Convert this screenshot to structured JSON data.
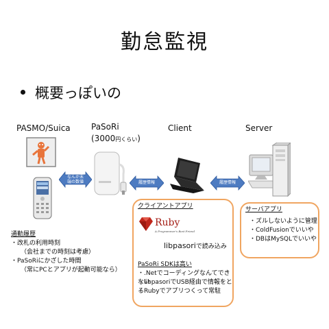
{
  "title": "勤怠監視",
  "bullet": "概要っぽいの",
  "columns": {
    "pasmo": "PASMO/Suica",
    "pasori": "PaSoRi",
    "pasori_price": "(3000",
    "pasori_price_small": "円くらい",
    "pasori_price_end": ")",
    "client": "Client",
    "server": "Server"
  },
  "arrows": {
    "a1_line1": "なんか末",
    "a1_line2": "端の数値",
    "a2": "履歴情報",
    "a3": "履歴情報"
  },
  "attendance": {
    "heading": "通勤履歴",
    "lines": [
      "・改札の利用時刻",
      "（会社までの時刻は考慮）",
      "・PaSoRiにかざした時間",
      "（常にPCとアプリが起動可能なら）"
    ]
  },
  "client_app": {
    "heading": "クライアントアプリ",
    "ruby_logo": "Ruby",
    "ruby_tagline": "A Programmer's Best Friend",
    "libpasori": "libpasori",
    "libpasori_suffix": "で読み込み",
    "sdk_heading": "PaSoRi SDKは高い",
    "sdk_lines": [
      "・.Netでコーディングなんてできない",
      "・libpasoriでUSB経由で情報をとる",
      "・Rubyでアプリつくって常駐"
    ]
  },
  "server_app": {
    "heading": "サーバアプリ",
    "lines": [
      "・ズルしないように管理",
      "・ColdFusionでいいや",
      "・DBはMySQLでいいや"
    ]
  }
}
